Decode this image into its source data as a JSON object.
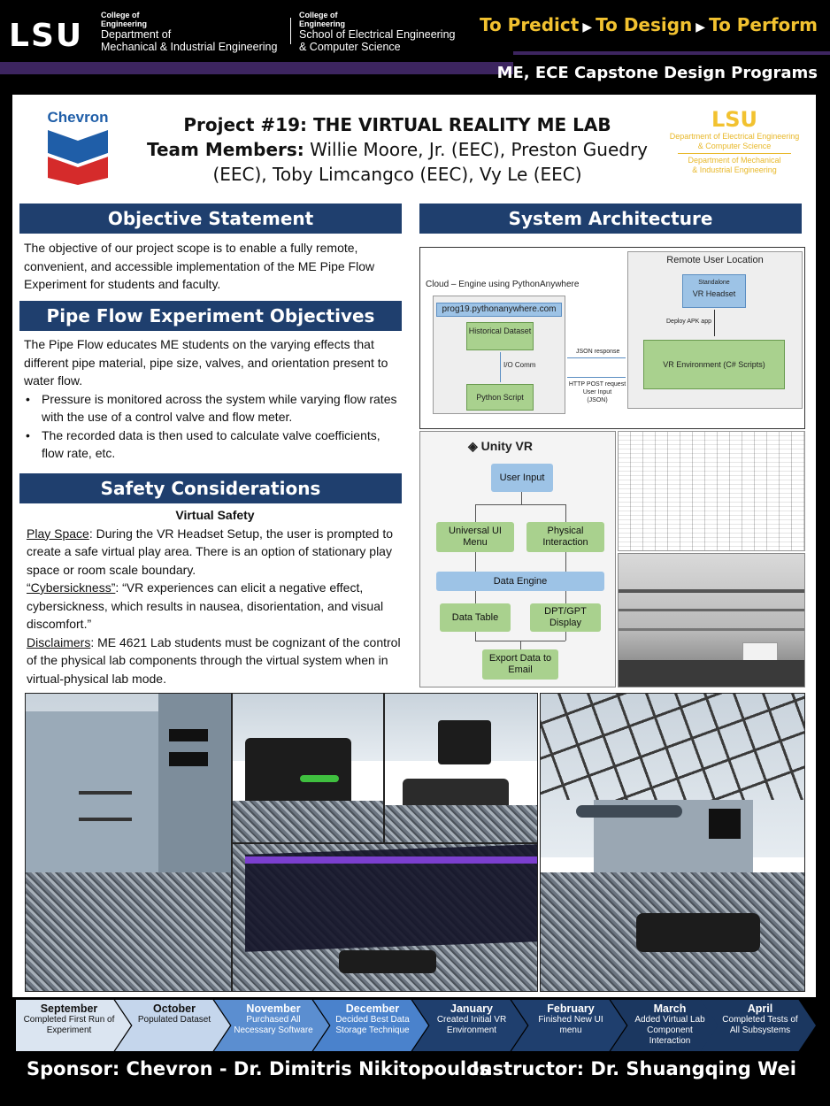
{
  "header": {
    "logo": "LSU",
    "college1": {
      "small1": "College of",
      "small2": "Engineering",
      "dept1": "Department of",
      "dept2": "Mechanical & Industrial Engineering"
    },
    "college2": {
      "small1": "College of",
      "small2": "Engineering",
      "dept1": "School of Electrical Engineering",
      "dept2": "& Computer Science"
    },
    "tagline": [
      "To Predict",
      "To Design",
      "To Perform"
    ],
    "programs": "ME, ECE Capstone Design Programs"
  },
  "title": {
    "sponsor_logo": "Chevron",
    "project": "Project #19: THE VIRTUAL REALITY ME LAB",
    "team_label": "Team Members:",
    "team_line1": " Willie Moore, Jr. (EEC), Preston Guedry",
    "team_line2": "(EEC), Toby Limcangco (EEC), Vy Le (EEC)",
    "lsu": {
      "logo": "LSU",
      "d1a": "Department of Electrical Engineering",
      "d1b": "& Computer Science",
      "d2a": "Department of Mechanical",
      "d2b": "& Industrial Engineering"
    }
  },
  "objective": {
    "heading": "Objective Statement",
    "body": "The objective of our project scope is to enable a fully remote, convenient, and accessible implementation of the ME Pipe Flow Experiment for students and faculty."
  },
  "pipe": {
    "heading": "Pipe Flow Experiment Objectives",
    "body": "The Pipe Flow educates ME students on the varying effects that different pipe material, pipe size, valves, and orientation present to water flow.",
    "bullets": [
      "Pressure is monitored across the system while varying flow rates with the use of a control valve and flow meter.",
      "The recorded data is then used to calculate valve coefficients, flow rate, etc."
    ]
  },
  "safety": {
    "heading": "Safety Considerations",
    "subheading": "Virtual Safety",
    "play_label": "Play Space",
    "play_text": ": During the VR Headset Setup, the user is prompted to create a safe virtual play area. There is an option of stationary play space or room scale boundary.",
    "cyber_label": "“Cybersickness”",
    "cyber_text": ": “VR experiences can elicit a negative effect, cybersickness, which results in nausea, disorientation, and visual discomfort.”",
    "disc_label": "Disclaimers",
    "disc_text": ": ME 4621 Lab students must be cognizant of the control of the physical lab components through the virtual system when in virtual-physical lab mode."
  },
  "system": {
    "heading": "System Architecture",
    "remote_label": "Remote User Location",
    "cloud_label": "Cloud – Engine using PythonAnywhere",
    "url": "prog19.pythonanywhere.com",
    "historical": "Historical Dataset",
    "io": "I/O Comm",
    "python": "Python Script",
    "json_response": "JSON response",
    "http": "HTTP POST request",
    "http2": "User Input",
    "http3": "(JSON)",
    "standalone": "Standalone",
    "headset": "VR Headset",
    "deploy": "Deploy APK app",
    "vr_env": "VR Environment (C# Scripts)"
  },
  "unity": {
    "logo": "Unity VR",
    "user_input": "User Input",
    "universal": "Universal UI Menu",
    "physical": "Physical Interaction",
    "data_engine": "Data Engine",
    "data_table": "Data Table",
    "dpt": "DPT/GPT Display",
    "export": "Export Data to Email"
  },
  "timeline": [
    {
      "month": "September",
      "desc": "Completed First Run of Experiment"
    },
    {
      "month": "October",
      "desc": "Populated Dataset"
    },
    {
      "month": "November",
      "desc": "Purchased All Necessary Software"
    },
    {
      "month": "December",
      "desc": "Decided Best Data Storage Technique"
    },
    {
      "month": "January",
      "desc": "Created Initial VR Environment"
    },
    {
      "month": "February",
      "desc": "Finished New UI menu"
    },
    {
      "month": "March",
      "desc": "Added Virtual Lab Component Interaction"
    },
    {
      "month": "April",
      "desc": "Completed Tests of All Subsystems"
    }
  ],
  "footer": {
    "sponsor": "Sponsor: Chevron - Dr. Dimitris Nikitopoulos",
    "instructor": "Instructor: Dr. Shuangqing Wei"
  },
  "colors": {
    "gold": "#f2c230",
    "navy": "#1f3f6e",
    "purple": "#3d2560"
  }
}
